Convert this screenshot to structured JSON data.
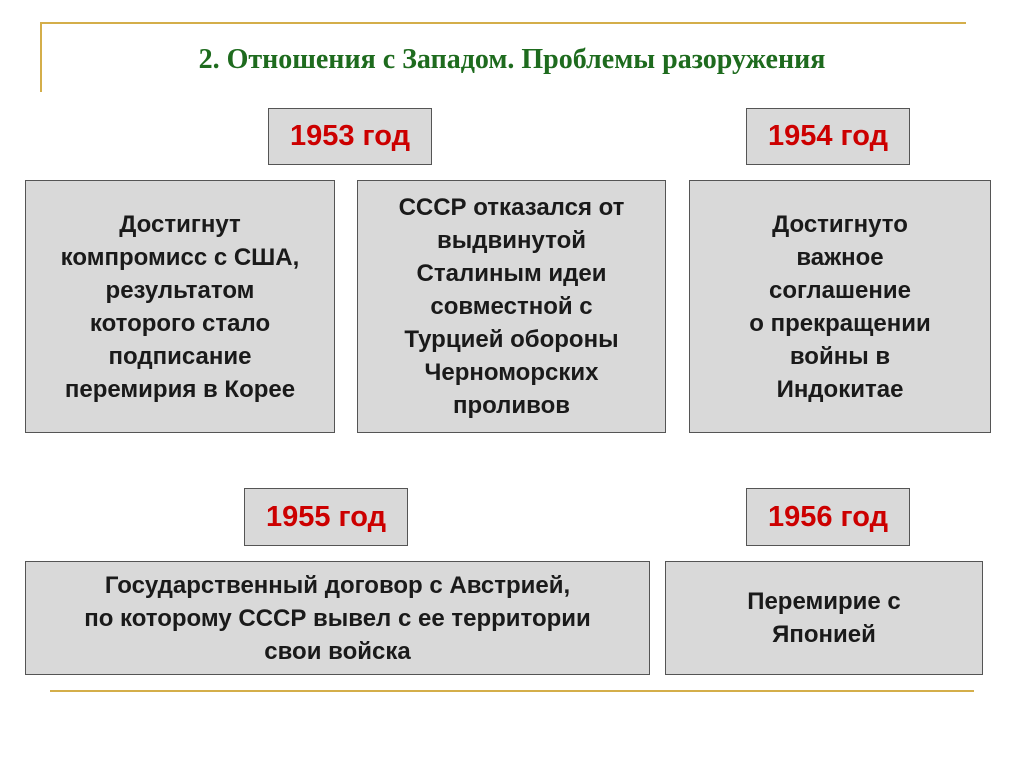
{
  "title": "2. Отношения с Западом. Проблемы разоружения",
  "years": {
    "y1953": "1953 год",
    "y1954": "1954 год",
    "y1955": "1955 год",
    "y1956": "1956 год"
  },
  "events": {
    "korea": "Достигнут\nкомпромисс с США,\nрезультатом\nкоторого стало\nподписание\nперемирия в Корее",
    "turkey": "СССР отказался от\nвыдвинутой\nСталиным идеи\nсовместной с\nТурцией обороны\nЧерноморских\nпроливов",
    "indochina": "Достигнуто\nважное\nсоглашение\nо прекращении\nвойны в\nИндокитае",
    "austria": "Государственный договор с Австрией,\nпо которому СССР вывел с ее территории\nсвои войска",
    "japan": "Перемирие с\nЯпонией"
  },
  "colors": {
    "title": "#1e6b1e",
    "year_text": "#cc0000",
    "box_fill": "#d9d9d9",
    "accent_line": "#d4ae4a"
  }
}
